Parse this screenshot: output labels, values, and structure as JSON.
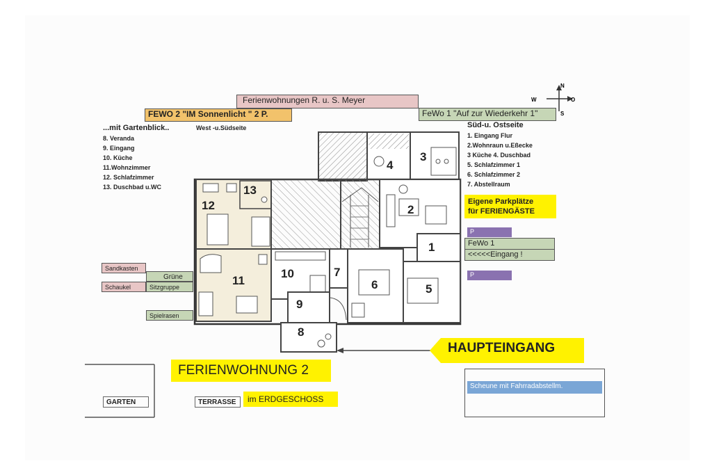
{
  "header": {
    "owner_title": "Ferienwohnungen R. u. S. Meyer",
    "fewo2_title": "FEWO 2 \"IM Sonnenlicht \" 2 P.",
    "fewo1_title": "FeWo 1 \"Auf zur Wiederkehr 1\""
  },
  "compass": {
    "n": "N",
    "s": "S",
    "w": "W",
    "o": "O"
  },
  "left_list": {
    "heading": "...mit Gartenblick..",
    "orientation": "West -u.Südseite",
    "items": [
      "8. Veranda",
      "9. Eingang",
      "10. Küche",
      "11.Wohnzimmer",
      "12. Schlafzimmer",
      "13. Duschbad u.WC"
    ]
  },
  "right_list": {
    "heading": "Süd-u. Ostseite",
    "items": [
      "1. Eingang   Flur",
      "2.Wohnraun u.Eßecke",
      "3 Küche     4. Duschbad",
      "5. Schlafzimmer 1",
      "6. Schlafzimmer 2",
      "7. Abstellraum"
    ]
  },
  "parking": {
    "line1": "Eigene Parkplätze",
    "line2": "für FERIENGÄSTE",
    "p1": "P",
    "p2": "P"
  },
  "fewo1_entrance": {
    "label": "FeWo 1",
    "arrow": "<<<<<Eingang !"
  },
  "garden": {
    "sandkasten": "Sandkasten",
    "gruene": "Grüne",
    "schaukel": "Schaukel",
    "sitzgruppe": "Sitzgruppe",
    "spielrasen": "Spielrasen"
  },
  "rooms": [
    "1",
    "2",
    "3",
    "4",
    "5",
    "6",
    "7",
    "8",
    "9",
    "10",
    "11",
    "12",
    "13"
  ],
  "main_entrance": "HAUPTEINGANG",
  "apartment_label": "FERIENWOHNUNG 2",
  "floor_label": "im ERDGESCHOSS",
  "garten": "GARTEN",
  "terrasse": "TERRASSE",
  "barn": "Scheune mit Fahrradabstellm.",
  "colors": {
    "yellow": "#fff200",
    "pink": "#e8c6c6",
    "orange": "#f2c26b",
    "green": "#c6d6b6",
    "purple": "#8a72b0",
    "blue": "#7aa6d6"
  }
}
